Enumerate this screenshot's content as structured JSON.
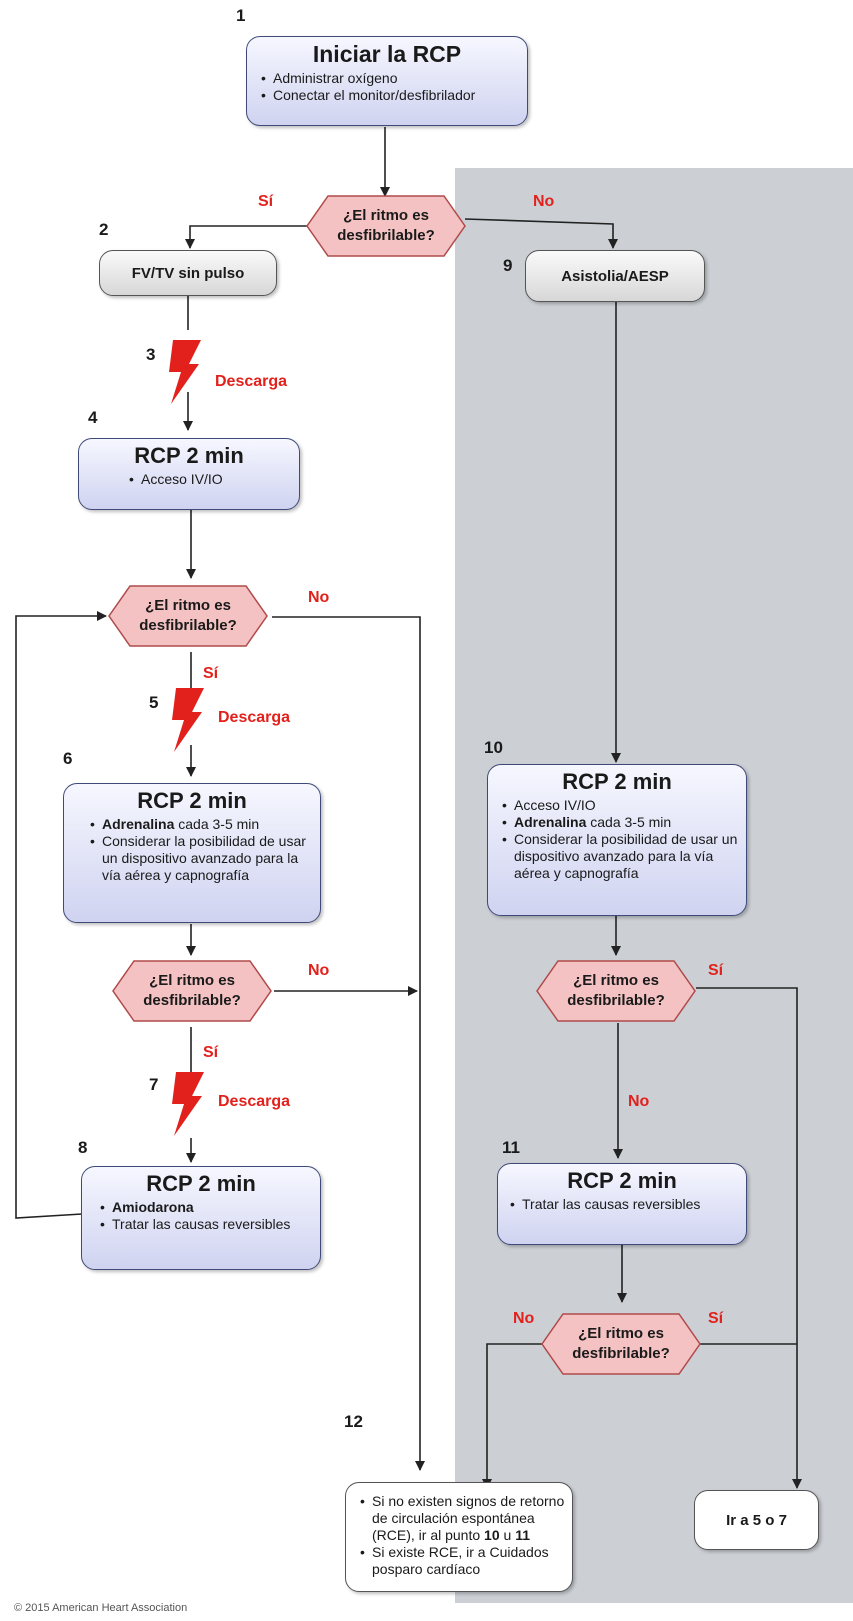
{
  "steps": {
    "s1": "1",
    "s2": "2",
    "s3": "3",
    "s4": "4",
    "s5": "5",
    "s6": "6",
    "s7": "7",
    "s8": "8",
    "s9": "9",
    "s10": "10",
    "s11": "11",
    "s12": "12"
  },
  "box1": {
    "title": "Iniciar la RCP",
    "items": [
      "Administrar oxígeno",
      "Conectar el monitor/desfibrilador"
    ]
  },
  "decision_text": [
    "¿El ritmo es",
    "desfibrilable?"
  ],
  "yes": "Sí",
  "no": "No",
  "box_fv": "FV/TV sin pulso",
  "box_asis": "Asistolia/AESP",
  "shock": "Descarga",
  "box4": {
    "title": "RCP 2 min",
    "items": [
      "Acceso IV/IO"
    ]
  },
  "box6": {
    "title": "RCP 2 min",
    "item1_bold": "Adrenalina",
    "item1_rest": " cada 3-5 min",
    "item2": "Considerar la posibilidad de usar un dispositivo avanzado para la vía aérea y capnografía"
  },
  "box8": {
    "title": "RCP 2 min",
    "item1_bold": "Amiodarona",
    "item2": "Tratar las causas reversibles"
  },
  "box10": {
    "title": "RCP 2 min",
    "item0": "Acceso IV/IO",
    "item1_bold": "Adrenalina",
    "item1_rest": " cada 3-5 min",
    "item2": "Considerar la posibilidad de usar un dispositivo avanzado para la vía aérea y capnografía"
  },
  "box11": {
    "title": "RCP 2 min",
    "items": [
      "Tratar las causas reversibles"
    ]
  },
  "box12": {
    "item1_a": "Si no existen signos de retorno de circulación espontánea (RCE), ir al punto ",
    "item1_b": "10",
    "item1_c": " u ",
    "item1_d": "11",
    "item2": "Si existe RCE, ir a Cuidados posparo cardíaco"
  },
  "box_goto": "Ir a 5 o 7",
  "footer": "© 2015 American Heart Association"
}
